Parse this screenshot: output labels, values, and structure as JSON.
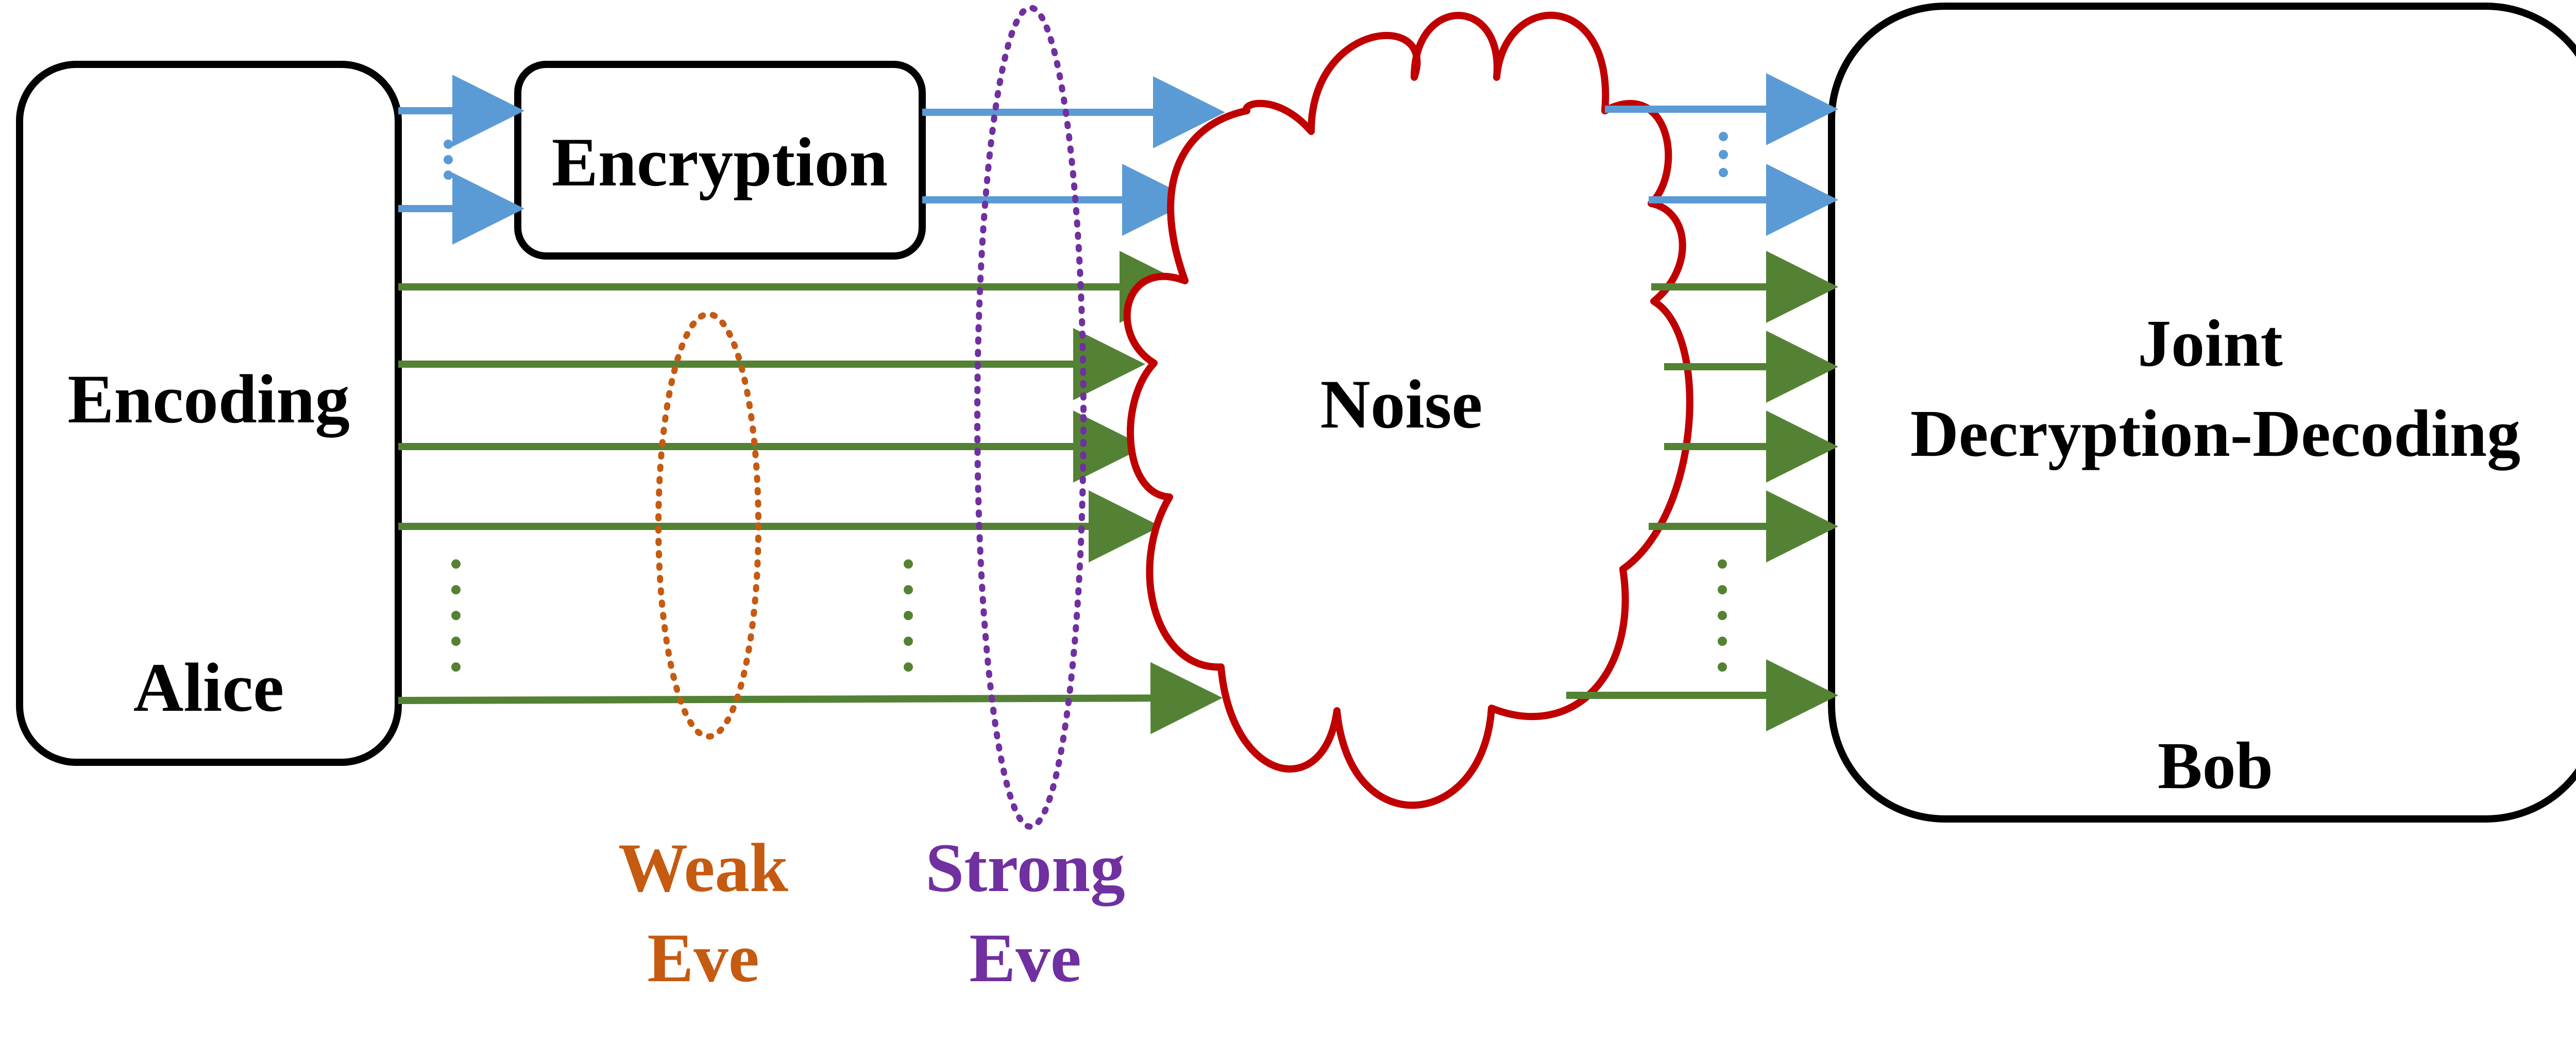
{
  "colors": {
    "box_stroke": "#000000",
    "blue_channel": "#5b9bd5",
    "green_channel": "#548235",
    "noise_cloud": "#c00000",
    "weak_eve": "#c55a11",
    "strong_eve": "#7030a0"
  },
  "alice": {
    "block_label": "Encoding",
    "party_label": "Alice"
  },
  "encryption": {
    "label": "Encryption"
  },
  "noise": {
    "label": "Noise"
  },
  "bob": {
    "line1": "Joint",
    "line2": "Decryption-Decoding",
    "party_label": "Bob"
  },
  "weak_eve": {
    "line1": "Weak",
    "line2": "Eve"
  },
  "strong_eve": {
    "line1": "Strong",
    "line2": "Eve"
  }
}
